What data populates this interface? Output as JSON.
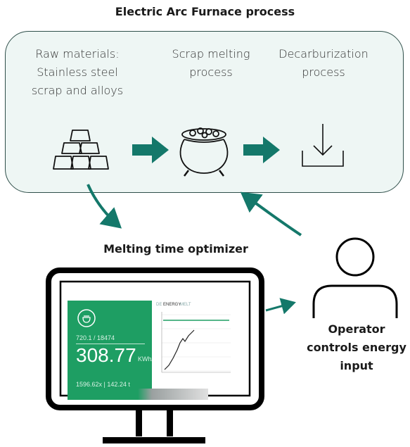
{
  "title": "Electric Arc Furnace process",
  "steps": [
    {
      "label_lines": [
        "Raw materials:",
        "Stainless steel",
        "scrap and alloys"
      ],
      "icon": "gold-bars-icon"
    },
    {
      "label_lines": [
        "Scrap melting",
        "process"
      ],
      "icon": "cauldron-icon"
    },
    {
      "label_lines": [
        "Decarburization",
        "process"
      ],
      "icon": "download-tray-icon"
    }
  ],
  "optimizer": {
    "title": "Melting time optimizer",
    "screen": {
      "ratio": "720.1 / 18474",
      "value": "308.77",
      "unit": "KWh/t",
      "footer": "1596.62x | 142.24 t",
      "chart_tabs": [
        "DE",
        "ENERGY",
        "MELT"
      ]
    }
  },
  "operator": {
    "label_lines": [
      "Operator",
      "controls energy",
      "input"
    ],
    "icon": "person-icon"
  },
  "colors": {
    "accent": "#1e9e63",
    "arrow": "#14786a",
    "panel_fill": "#eef6f4",
    "panel_border": "#2f4f4a"
  }
}
